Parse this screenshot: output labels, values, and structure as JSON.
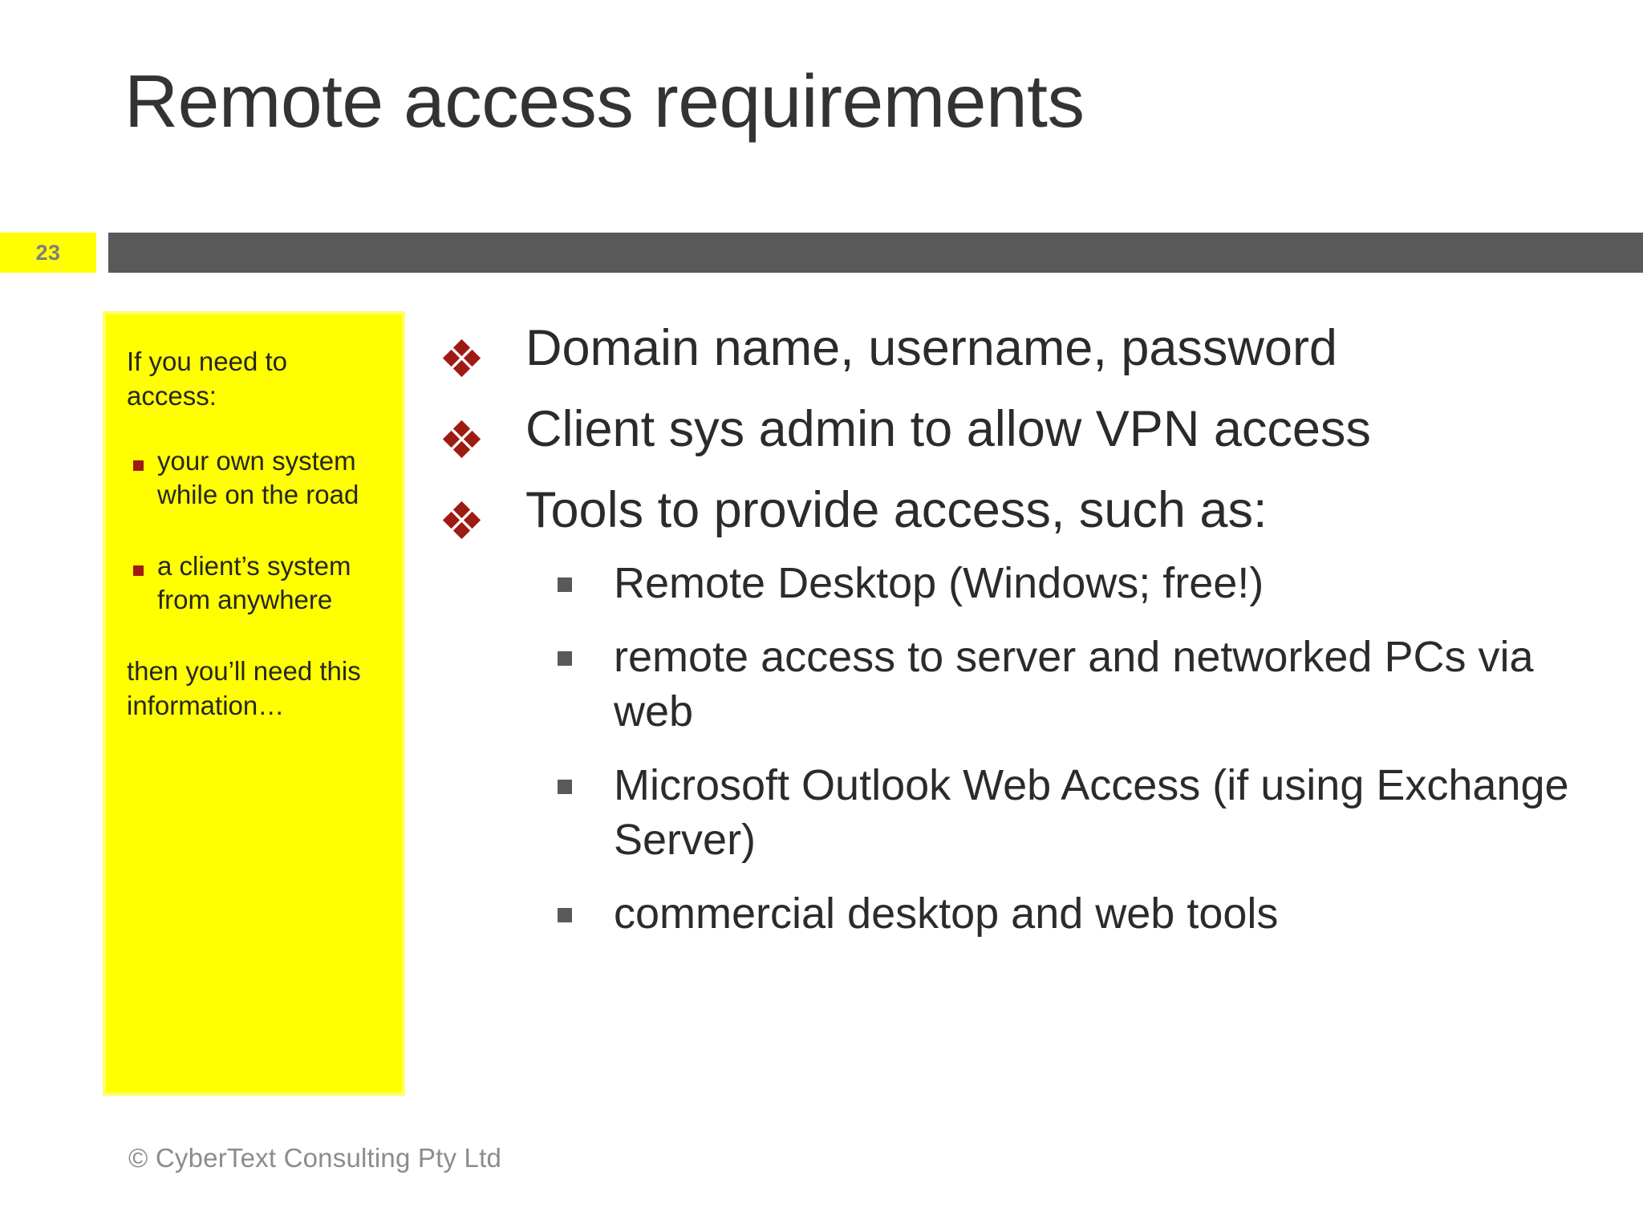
{
  "slide": {
    "title": "Remote access requirements",
    "number": "23",
    "footer": "© CyberText Consulting Pty Ltd",
    "colors": {
      "title_text": "#333333",
      "header_band": "#595959",
      "badge_bg": "#ffff00",
      "badge_text": "#7f7f7f",
      "callout_bg": "#ffff00",
      "callout_border": "#ffff66",
      "bullet_level1": "#9e1b14",
      "bullet_level2": "#595959",
      "body_text": "#2b2b2b",
      "footer_text": "#8c8c8c",
      "background": "#ffffff"
    }
  },
  "callout": {
    "lead": "If you need to access:",
    "items": [
      "your own system while on the road",
      "a client’s system from anywhere"
    ],
    "tail": "then you’ll need this information…"
  },
  "body": {
    "bullets": [
      {
        "text": "Domain name, username, password",
        "sub": []
      },
      {
        "text": "Client sys admin to allow VPN access",
        "sub": []
      },
      {
        "text": "Tools to provide access, such as:",
        "sub": [
          "Remote Desktop (Windows; free!)",
          "remote access to server and networked PCs via web",
          "Microsoft Outlook Web Access (if using Exchange Server)",
          "commercial desktop and web tools"
        ]
      }
    ]
  }
}
